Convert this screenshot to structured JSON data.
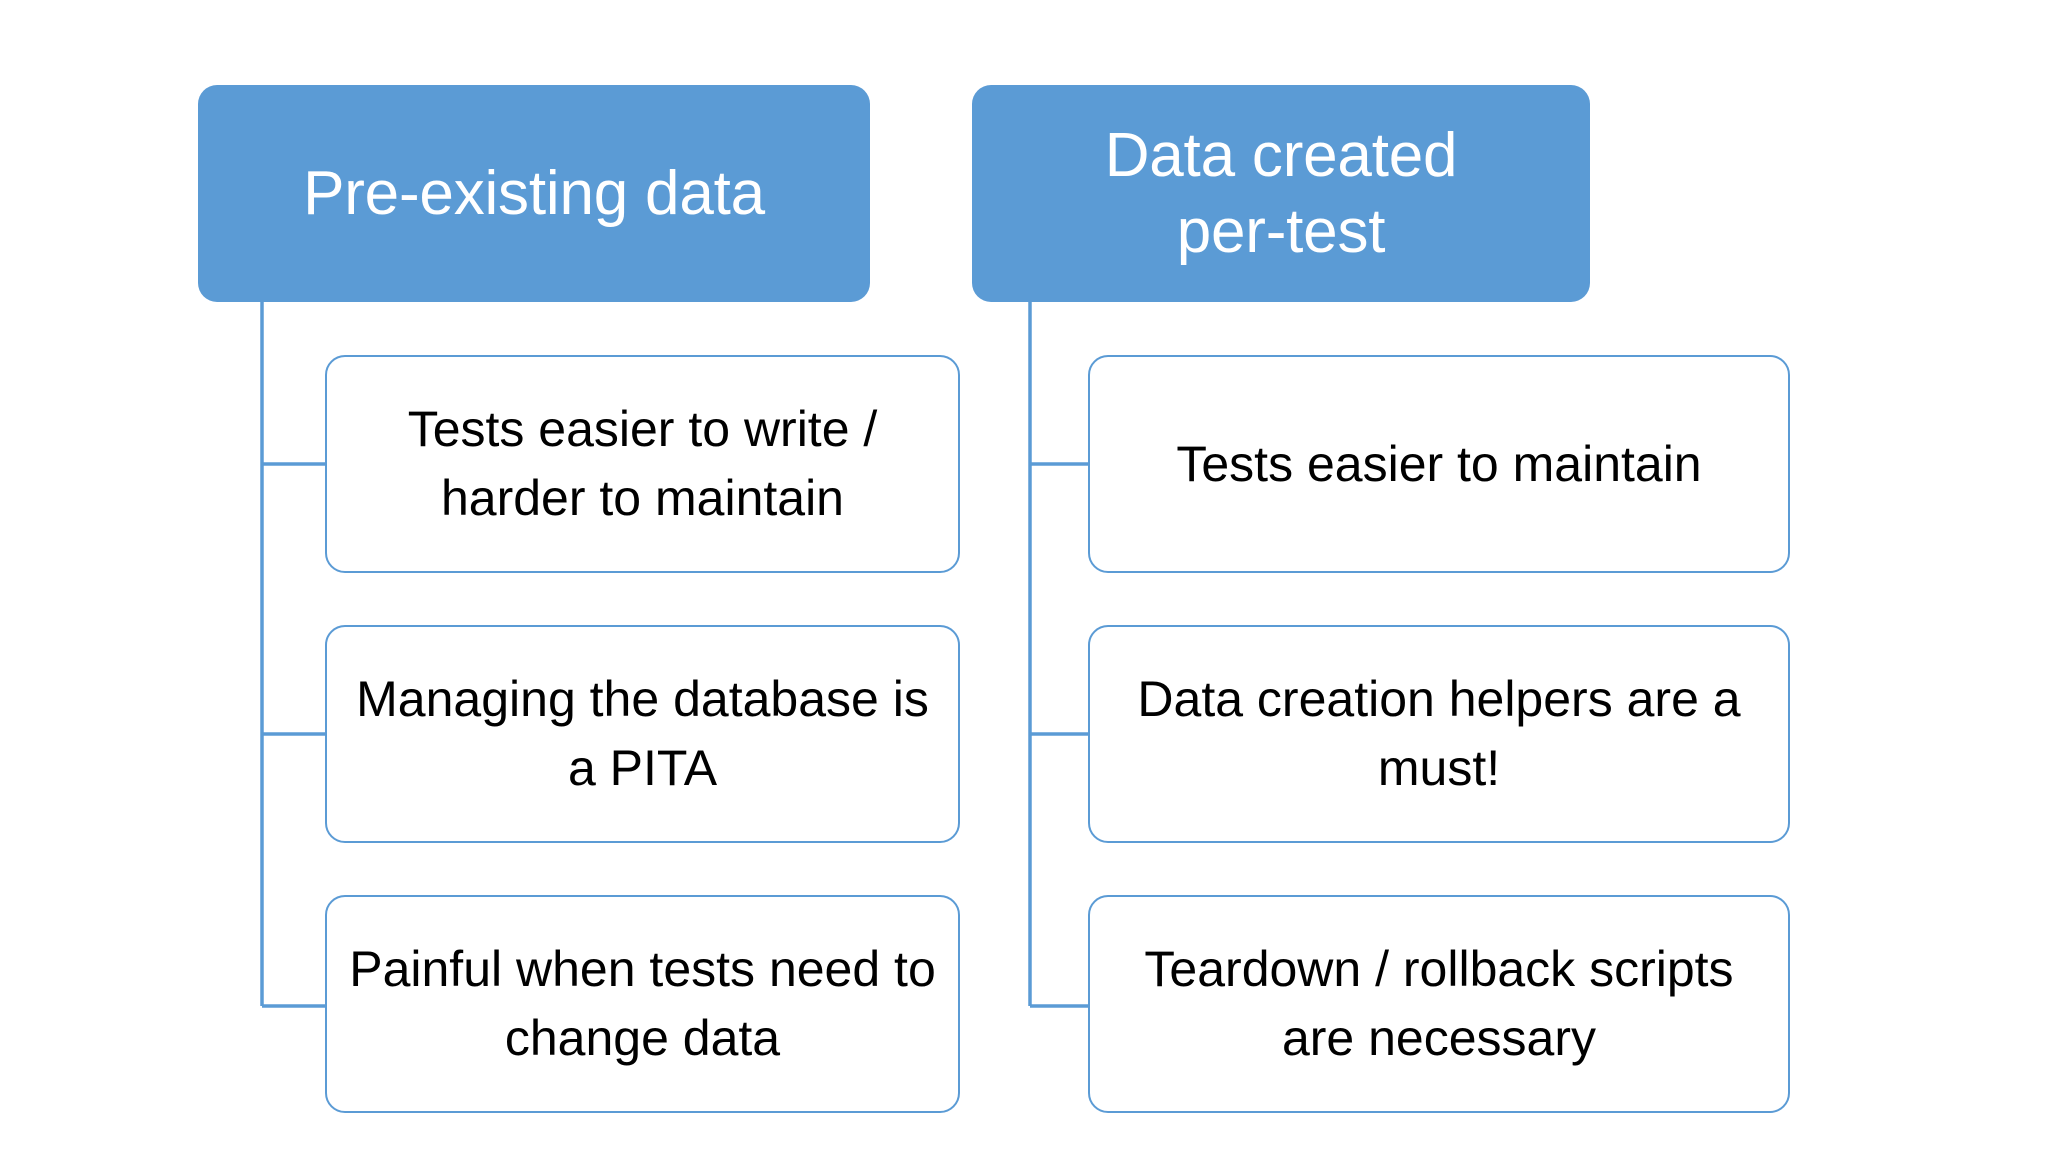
{
  "diagram": {
    "type": "hierarchy-comparison",
    "background_color": "#FFFFFF",
    "accent_color": "#5B9BD5",
    "header_text_color": "#FFFFFF",
    "child_text_color": "#000000",
    "connector_color": "#5B9BD5",
    "columns": [
      {
        "id": "pre-existing-data",
        "header": {
          "lines": [
            "Pre-existing data"
          ],
          "line1": "Pre-existing data"
        },
        "children": [
          {
            "lines": [
              "Tests easier to write /",
              "harder to maintain"
            ],
            "line1": "Tests easier to write /",
            "line2": "harder to maintain"
          },
          {
            "lines": [
              "Managing the",
              "database is a PITA"
            ],
            "line1": "Managing the",
            "line2": "database is a PITA"
          },
          {
            "lines": [
              "Painful when tests",
              "need to change data"
            ],
            "line1": "Painful when tests",
            "line2": "need to change data"
          }
        ]
      },
      {
        "id": "data-created-per-test",
        "header": {
          "lines": [
            "Data created",
            "per-test"
          ],
          "line1": "Data created",
          "line2": "per-test"
        },
        "children": [
          {
            "lines": [
              "Tests easier to maintain"
            ],
            "line1": "Tests easier to maintain"
          },
          {
            "lines": [
              "Data creation helpers",
              "are a must!"
            ],
            "line1": "Data creation helpers",
            "line2": "are a must!"
          },
          {
            "lines": [
              "Teardown / rollback",
              "scripts are necessary"
            ],
            "line1": "Teardown / rollback",
            "line2": "scripts are necessary"
          }
        ]
      }
    ]
  }
}
